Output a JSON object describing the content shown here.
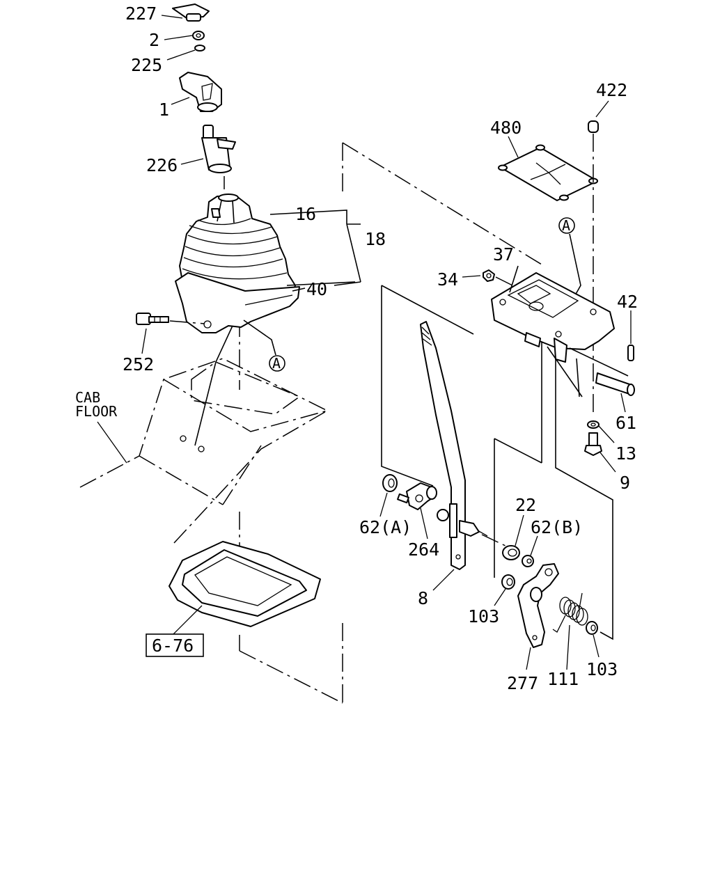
{
  "labels": {
    "p227": "227",
    "p2": "2",
    "p225": "225",
    "p1": "1",
    "p226": "226",
    "p16": "16",
    "p18": "18",
    "p40": "40",
    "p252": "252",
    "pA1": "A",
    "pA2": "A",
    "cab1": "CAB",
    "cab2": "FLOOR",
    "p422": "422",
    "p480": "480",
    "p37": "37",
    "p34": "34",
    "p42": "42",
    "p61": "61",
    "p13": "13",
    "p9": "9",
    "p22": "22",
    "p62a": "62(A)",
    "p62b": "62(B)",
    "p264": "264",
    "p8": "8",
    "p103a": "103",
    "p103b": "103",
    "p277": "277",
    "p111": "111",
    "ref676": "6-76"
  }
}
